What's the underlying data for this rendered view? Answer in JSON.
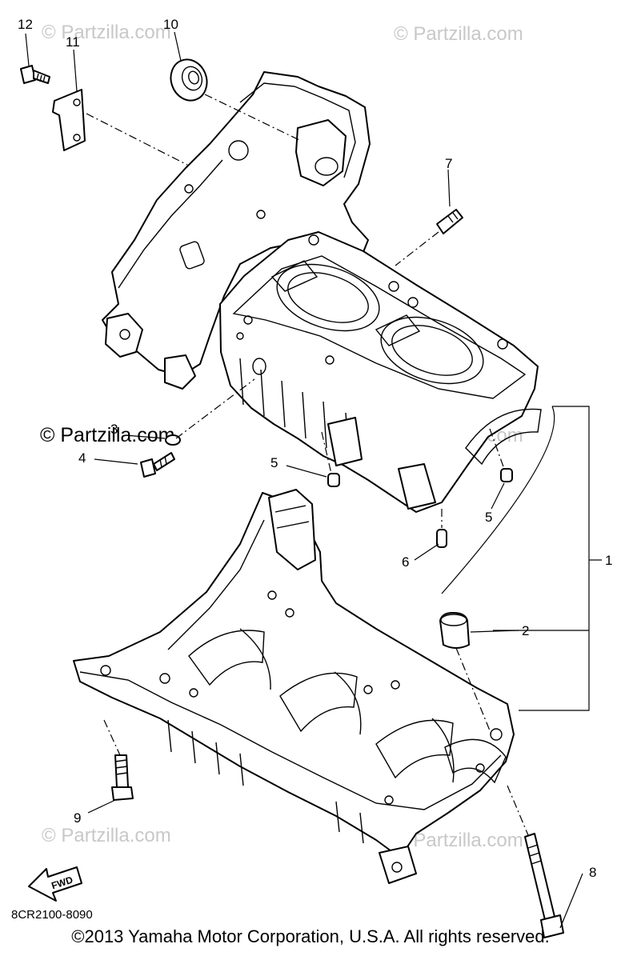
{
  "watermarks": {
    "top_left": "© Partzilla.com",
    "top_right": "© Partzilla.com",
    "middle_left": "© Partzilla.com",
    "middle_right": "© Partzilla.com",
    "bottom_left": "© Partzilla.com",
    "bottom_right": "© Partzilla.com"
  },
  "callouts": {
    "c1": "1",
    "c2": "2",
    "c3": "3",
    "c4": "4",
    "c5a": "5",
    "c5b": "5",
    "c6": "6",
    "c7": "7",
    "c8": "8",
    "c9": "9",
    "c10": "10",
    "c11": "11",
    "c12": "12"
  },
  "fwd_label": "FWD",
  "diagram_code": "8CR2100-8090",
  "copyright": "©2013 Yamaha Motor Corporation, U.S.A. All rights reserved."
}
